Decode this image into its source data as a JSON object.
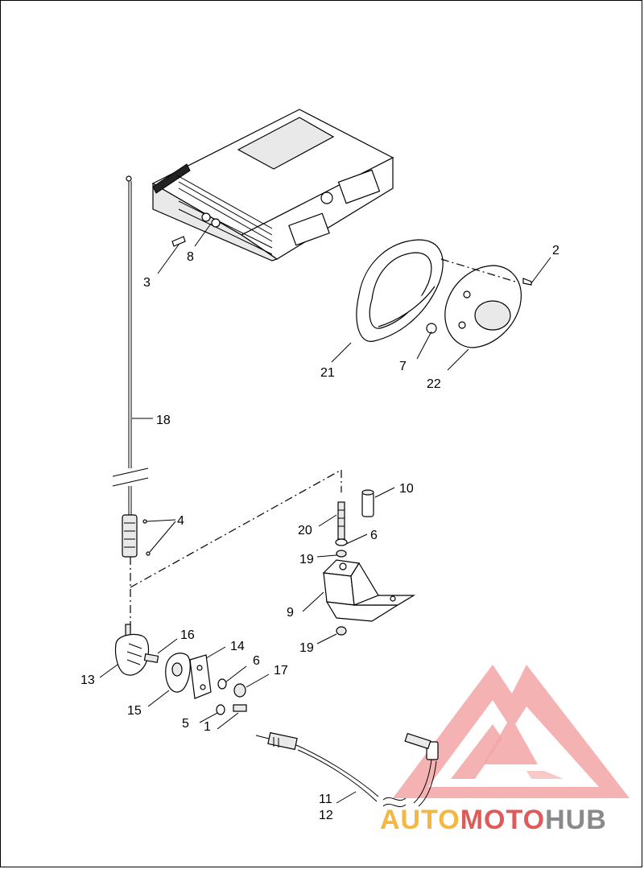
{
  "callouts": {
    "c1": "1",
    "c2": "2",
    "c3": "3",
    "c4": "4",
    "c5": "5",
    "c6a": "6",
    "c6b": "6",
    "c7": "7",
    "c8": "8",
    "c9": "9",
    "c10": "10",
    "c11": "11",
    "c12": "12",
    "c13": "13",
    "c14": "14",
    "c15": "15",
    "c16": "16",
    "c17": "17",
    "c18": "18",
    "c19a": "19",
    "c19b": "19",
    "c20": "20",
    "c21": "21",
    "c22": "22"
  },
  "watermark": {
    "part1": "AUTO",
    "part2": "MOTO",
    "part3": "HUB",
    "color_orange": "#f5b642",
    "color_red": "#e05a5a",
    "color_gray": "#8a8a8a",
    "triangle_color": "#ee8f8f"
  }
}
